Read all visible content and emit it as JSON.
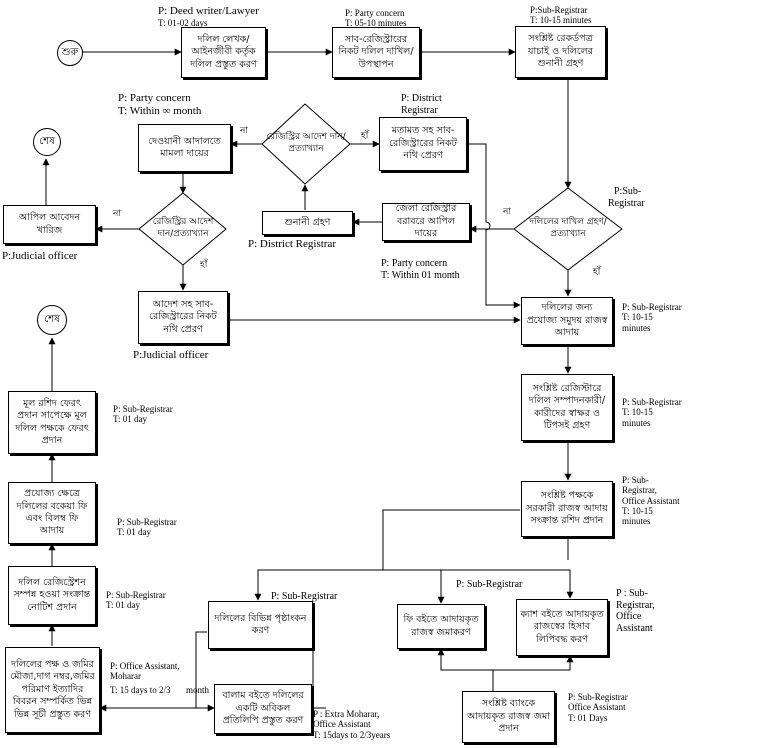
{
  "nodes": {
    "start": "শুরু",
    "end1": "শেষ",
    "end2": "শেষ",
    "b1": "দলিল লেখক/ আইনজীবী কর্তৃক দলিল প্রস্তুত করণ",
    "b2": "সাব-রেজিস্ট্রারের নিকট দলিল দাখিল/ উপস্থাপন",
    "b3": "সংশ্লিষ্ট রেকর্ডপত্র যাচাই ও দলিলের শুনানী গ্রহণ",
    "d1": "দলিলের দাখিল গ্রহণ/ প্রত্যাখ্যান",
    "b4": "জেলা রেজিস্ট্রার বরাবরে আপিল দায়ের",
    "b5": "শুনানী গ্রহণ",
    "d2": "রেজিস্ট্রির আদেশ দান/প্রত্যাখ্যান",
    "b6": "মতামত সহ সাব-রেজিস্ট্রারের নিকট নথি প্রেরণ",
    "b7": "দেওয়ানী আদালতে মামলা দায়ের",
    "d3": "রেজিস্ট্রির আদেশ দান/প্রত্যাখ্যান",
    "b8": "আপিল আবেদন খারিজ",
    "b9": "আদেশ সহ সাব-রেজিস্ট্রারের নিকট নথি প্রেরণ",
    "b10": "দলিলের জন্য প্রযোজ্য সমুদয় রাজস্ব আদায়",
    "b11": "সংশ্লিষ্ট রেজিস্টারে দলিল সম্পাদনকারী/ কারীদের স্বাক্ষর ও টিপসই গ্রহণ",
    "b12": "সংশ্লিষ্ট পক্ষকে সরকারী রাজস্ব আদায় সংক্রান্ত রশিদ প্রদান",
    "b13": "দলিলের বিভিন্ন পৃষ্ঠাংকন করণ",
    "b14": "ফি বইতে আদায়কৃত রাজস্ব জমাকরণ",
    "b15": "ক্যাশ বইতে আদায়কৃত রাজস্বের হিসাব লিপিবদ্ধ করণ",
    "b16": "সংশ্লিষ্ট ব্যাংকে আদায়কৃত রাজস্ব জমা প্রদান",
    "b17": "বালাম বইতে দলিলের একটি অবিকল প্রতিলিপি প্রস্তুত করণ",
    "b18": "দলিলের পক্ষ ও জমির মৌজা,দাগ নম্বর,জমির পরিমাণ ইত্যাদির বিবরন সম্পর্কিত ভিন্ন ভিন্ন সূচী প্রস্তুত করণ",
    "b19": "দলিল রেজিস্ট্রেশন সম্পন্ন হওয়া সংক্রান্ত নোটিশ প্রদান",
    "b20": "প্রযোজ্য ক্ষেত্রে দলিলের বকেয়া ফি এবং বিলম্ব ফি আদায়",
    "b21": "মূল রশিদ ফেরৎ প্রদান সাপেক্ষে মূল দলিল পক্ষকে ফেরৎ প্রদান"
  },
  "notes": {
    "n_b1": [
      "P: Deed writer/Lawyer",
      "T: 01-02 days"
    ],
    "n_b2": [
      "P: Party concern",
      "T: 05-10 minutes"
    ],
    "n_b3": [
      "P:Sub-Registrar",
      "T: 10-15 minutes"
    ],
    "n_d1": [
      "P:Sub-",
      "Registrar"
    ],
    "n_b6": [
      "P: District",
      "Registrar"
    ],
    "n_b7": [
      "P: Party concern",
      "T: Within ∞ month"
    ],
    "n_b5": [
      "P: District Registrar"
    ],
    "n_b4": [
      "P: Party concern",
      "T: Within 01 month"
    ],
    "n_b8": [
      "P:Judicial officer"
    ],
    "n_b9": [
      "P:Judicial officer"
    ],
    "n_b10": [
      "P: Sub-Registrar",
      "T: 10-15",
      "minutes"
    ],
    "n_b11": [
      "P: Sub-Registrar",
      "T: 10-15",
      "minutes"
    ],
    "n_b12": [
      "P: Sub-",
      "Registrar,",
      "Office Assistant",
      "T: 10-15",
      "minutes"
    ],
    "n_b13": [
      "P: Sub-Registrar"
    ],
    "n_b14": [
      "P: Sub-Registrar"
    ],
    "n_b15": [
      "P : Sub-",
      "Registrar,",
      "Office",
      "Assistant"
    ],
    "n_b16": [
      "P: Sub-Registrar",
      "Office Assistant",
      "T: 01 Days"
    ],
    "n_b17": [
      "P : Extra Moharar,",
      "Office Assistant",
      "T: 15days to 2/3years"
    ],
    "n_b18a": [
      "P: Office Assistant,",
      "Moharar"
    ],
    "n_b18b": [
      "T: 15 days to 2/3"
    ],
    "n_b18c": [
      "month"
    ],
    "n_b19": [
      "P: Sub-Registrar",
      "T: 01 day"
    ],
    "n_b20": [
      "P: Sub-Registrar",
      "T: 01 day"
    ],
    "n_b21": [
      "P: Sub-Registrar",
      "T: 01 day"
    ]
  },
  "edge_labels": {
    "d1_no": "না",
    "d1_yes": "হাঁ",
    "d2_no": "না",
    "d2_yes": "হাঁ",
    "d3_no": "না",
    "d3_yes": "হাঁ"
  }
}
